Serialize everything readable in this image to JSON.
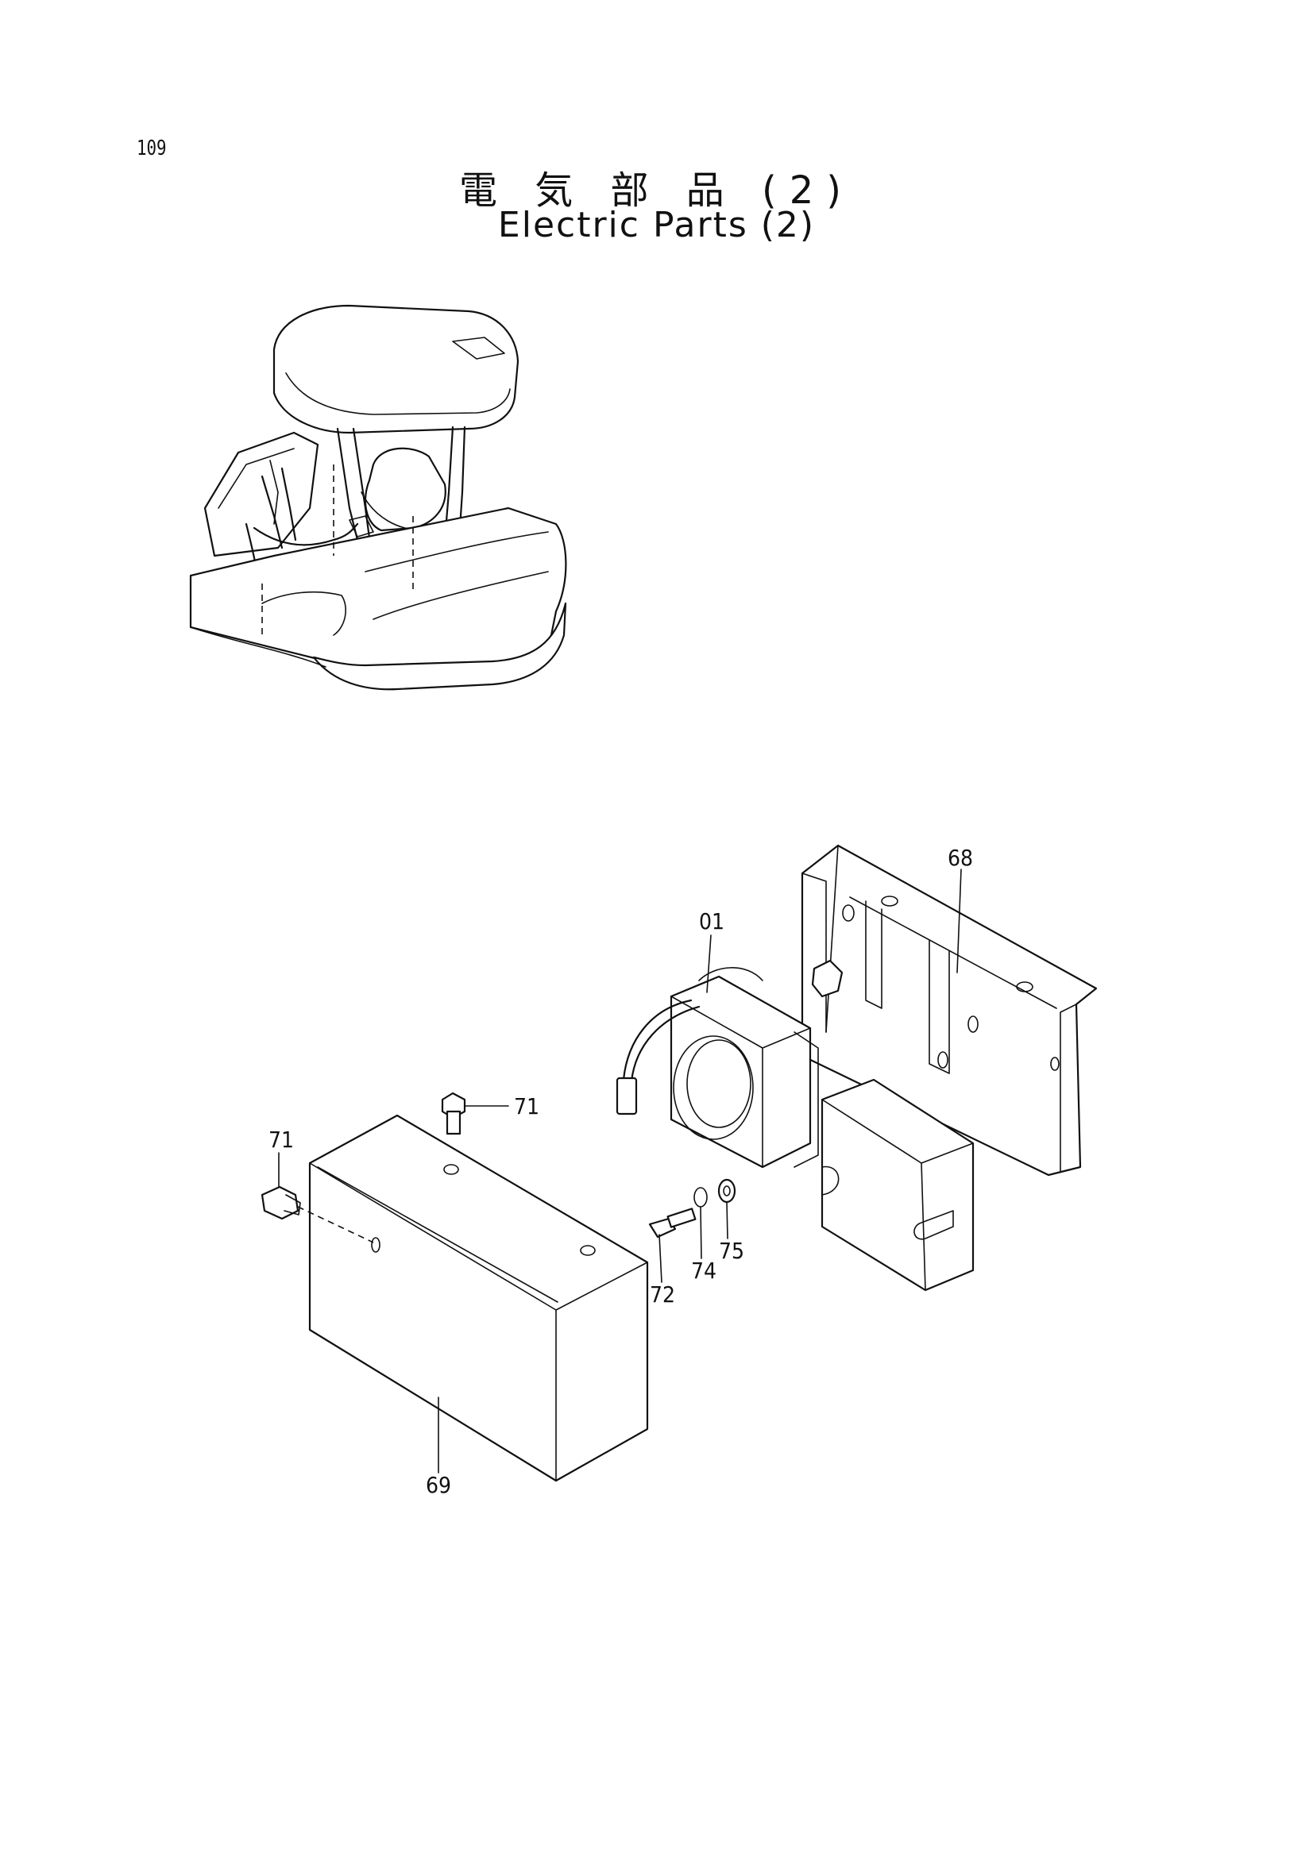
{
  "page_number": "109",
  "title": {
    "japanese": "電 気 部 品 (2)",
    "english": "Electric Parts (2)"
  },
  "callouts": {
    "c68": "68",
    "c01": "01",
    "c71a": "71",
    "c71b": "71",
    "c72": "72",
    "c74": "74",
    "c75": "75",
    "c69": "69"
  }
}
